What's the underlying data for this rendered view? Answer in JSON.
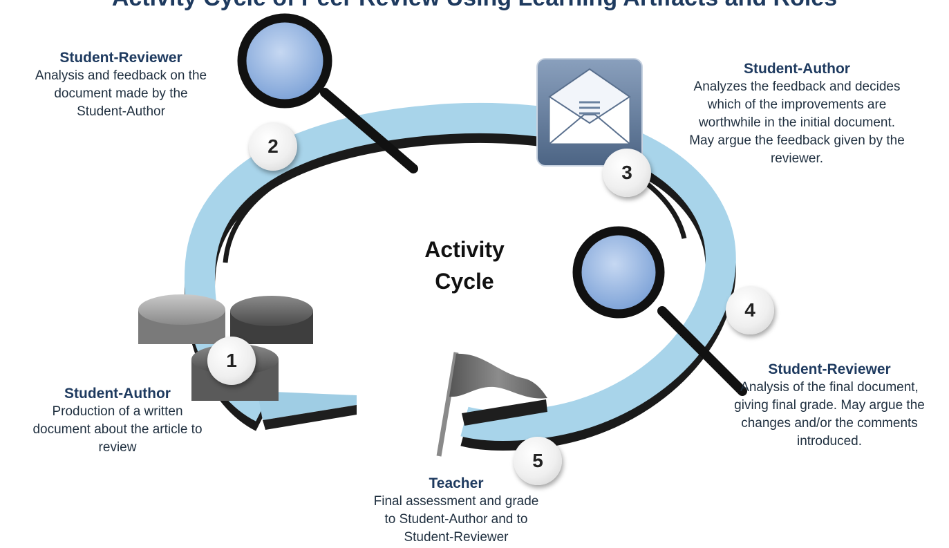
{
  "diagram": {
    "top_title": "Activity Cycle of Peer Review Using Learning Artifacts and Roles",
    "center_title_line1": "Activity",
    "center_title_line2": "Cycle",
    "steps": [
      {
        "number": "1",
        "role": "Student-Author",
        "lines": [
          "Production of a written",
          "document about the article to",
          "review"
        ]
      },
      {
        "number": "2",
        "role": "Student-Reviewer",
        "lines": [
          "Analysis and feedback on the",
          "document made by the",
          "Student-Author"
        ]
      },
      {
        "number": "3",
        "role": "Student-Author",
        "lines": [
          "Analyzes the feedback and decides",
          "which of the improvements are",
          "worthwhile in the initial document.",
          "May argue the feedback given by the",
          "reviewer."
        ]
      },
      {
        "number": "4",
        "role": "Student-Reviewer",
        "lines": [
          "Analysis of the final document,",
          "giving final grade. May argue the",
          "changes and/or the comments",
          "introduced."
        ]
      },
      {
        "number": "5",
        "role": "Teacher",
        "lines": [
          "Final assessment and grade",
          "to Student-Author and to",
          "Student-Reviewer"
        ]
      }
    ],
    "icons": [
      "gears-icon",
      "magnifier-icon",
      "envelope-icon",
      "magnifier-icon",
      "flag-icon"
    ],
    "colors": {
      "ring": "#a8d4ea",
      "ring_edge": "#1c1c1c",
      "title": "#1e3a5f",
      "lens": "#8fb1de"
    }
  }
}
